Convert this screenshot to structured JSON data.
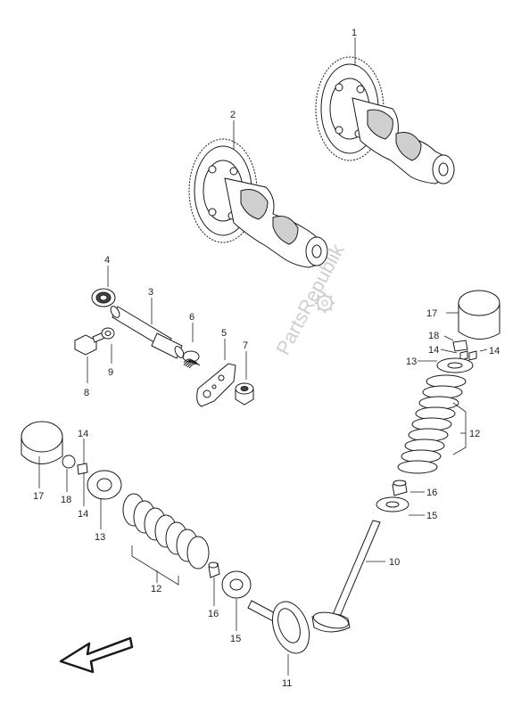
{
  "watermark": "PartsRepublik",
  "callouts": {
    "c1": "1",
    "c2": "2",
    "c3": "3",
    "c4": "4",
    "c5": "5",
    "c6": "6",
    "c7": "7",
    "c8": "8",
    "c9": "9",
    "c10": "10",
    "c11": "11",
    "c12a": "12",
    "c12b": "12",
    "c13a": "13",
    "c13b": "13",
    "c14a": "14",
    "c14b": "14",
    "c14c": "14",
    "c14d": "14",
    "c15a": "15",
    "c15b": "15",
    "c16a": "16",
    "c16b": "16",
    "c17a": "17",
    "c17b": "17",
    "c18a": "18",
    "c18b": "18"
  },
  "icons": {
    "direction_arrow": "arrow-down-left-icon",
    "gear_watermark": "gear-icon"
  }
}
